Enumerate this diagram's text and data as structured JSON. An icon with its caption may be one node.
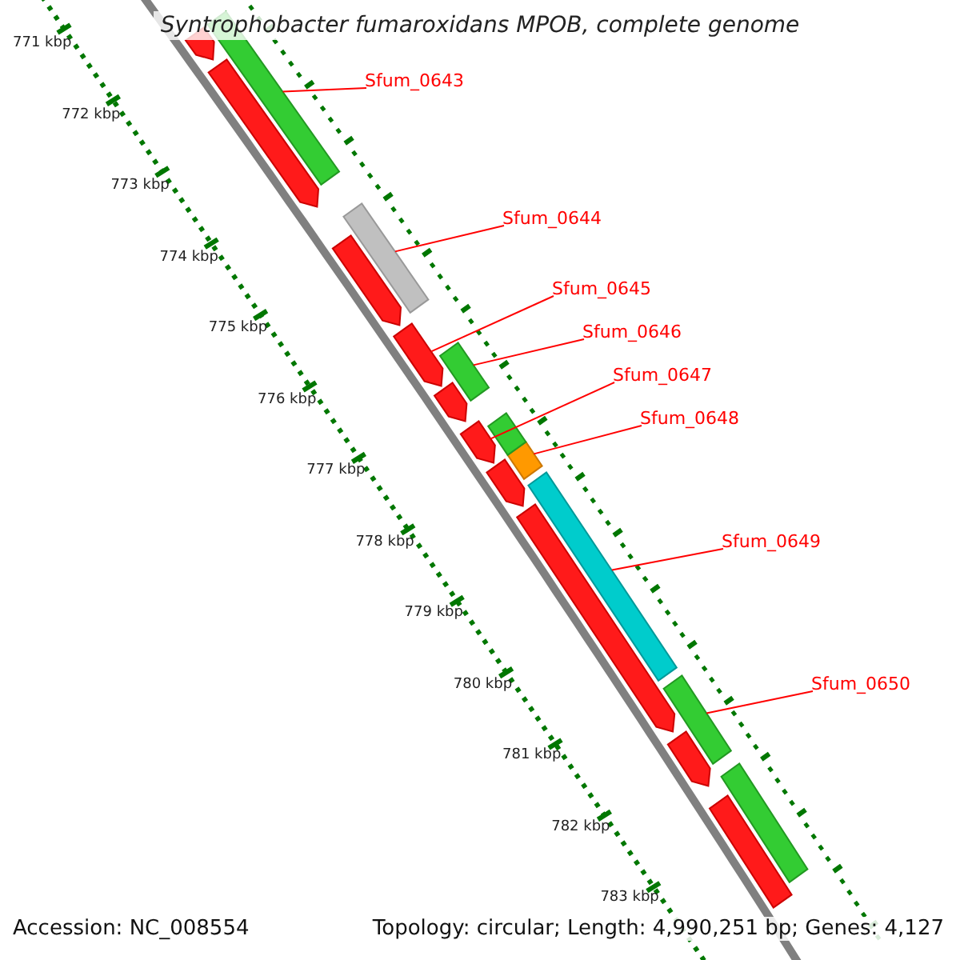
{
  "diagram": {
    "title": "Syntrophobacter fumaroxidans MPOB, complete genome",
    "nodes": [
      {
        "text": [
          "Sfum_0643"
        ]
      },
      {
        "text": [
          "Sfum_0644"
        ]
      },
      {
        "text": [
          "Sfum_0645"
        ]
      },
      {
        "text": [
          "Sfum_0646"
        ]
      },
      {
        "text": [
          "Sfum_0647"
        ]
      },
      {
        "text": [
          "Sfum_0648"
        ]
      },
      {
        "text": [
          "Sfum_0649"
        ]
      },
      {
        "text": [
          "Sfum_0650"
        ]
      },
      {
        "text": [],
        "shape": "bar"
      },
      {
        "text": [],
        "shape": "bar"
      },
      {
        "text": [],
        "shape": "bar"
      },
      {
        "text": [],
        "shape": "bar"
      },
      {
        "text": [],
        "shape": "bar"
      },
      {
        "text": [],
        "shape": "bar"
      },
      {
        "text": [],
        "shape": "bar"
      },
      {
        "text": [],
        "shape": "bar"
      },
      {
        "text": [],
        "shape": "bar"
      },
      {
        "text": [],
        "shape": "bar"
      },
      {
        "text": [],
        "shape": "bar"
      },
      {
        "text": [],
        "shape": "bar"
      },
      {
        "text": [],
        "shape": "bar"
      },
      {
        "text": [],
        "shape": "bar"
      },
      {
        "text": [],
        "shape": "bar"
      },
      {
        "text": [],
        "shape": "bar"
      },
      {
        "text": [],
        "shape": "bar"
      },
      {
        "text": [],
        "shape": "bar"
      }
    ],
    "edges": [
      {
        "from": 0,
        "to": 8,
        "arrow": "none"
      },
      {
        "from": 1,
        "to": 9,
        "arrow": "none"
      },
      {
        "from": 2,
        "to": 10,
        "arrow": "none"
      },
      {
        "from": 3,
        "to": 11,
        "arrow": "none"
      },
      {
        "from": 4,
        "to": 12,
        "arrow": "none"
      },
      {
        "from": 5,
        "to": 13,
        "arrow": "none"
      },
      {
        "from": 6,
        "to": 14,
        "arrow": "none"
      },
      {
        "from": 7,
        "to": 15,
        "arrow": "none"
      }
    ],
    "labels": [
      "771 kbp",
      "772 kbp",
      "773 kbp",
      "774 kbp",
      "775 kbp",
      "776 kbp",
      "777 kbp",
      "778 kbp",
      "779 kbp",
      "780 kbp",
      "781 kbp",
      "782 kbp",
      "783 kbp",
      "Accession: NC_008554",
      "Topology: circular; Length: 4,990,251 bp; Genes: 4,127"
    ]
  }
}
